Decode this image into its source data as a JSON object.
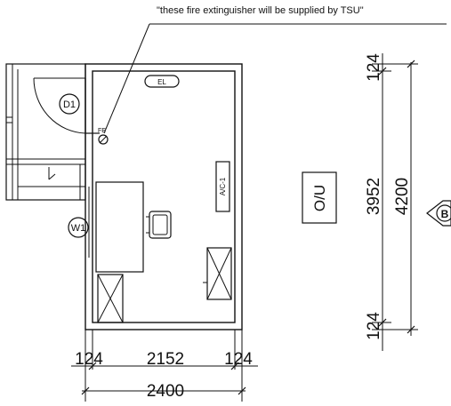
{
  "note": "\"these fire extinguisher will be supplied by TSU\"",
  "labels": {
    "door": "D1",
    "window": "W1",
    "fire_extinguisher": "FE",
    "electrical": "EL",
    "ac_unit": "A/C-1",
    "open_unit": "O/U",
    "section_marker": "B"
  },
  "dimensions": {
    "bottom_left_offset": "124",
    "bottom_inner": "2152",
    "bottom_right_offset": "124",
    "bottom_overall": "2400",
    "right_top_offset": "124",
    "right_inner": "3952",
    "right_overall": "4200",
    "right_bottom_offset": "124"
  }
}
